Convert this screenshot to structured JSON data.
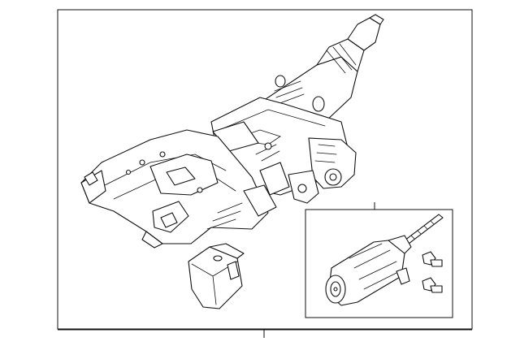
{
  "diagram": {
    "parts": [
      {
        "name": "steering-column-assembly"
      },
      {
        "name": "tilt-motor-kit"
      },
      {
        "name": "bracket-cover"
      }
    ],
    "callouts": []
  }
}
